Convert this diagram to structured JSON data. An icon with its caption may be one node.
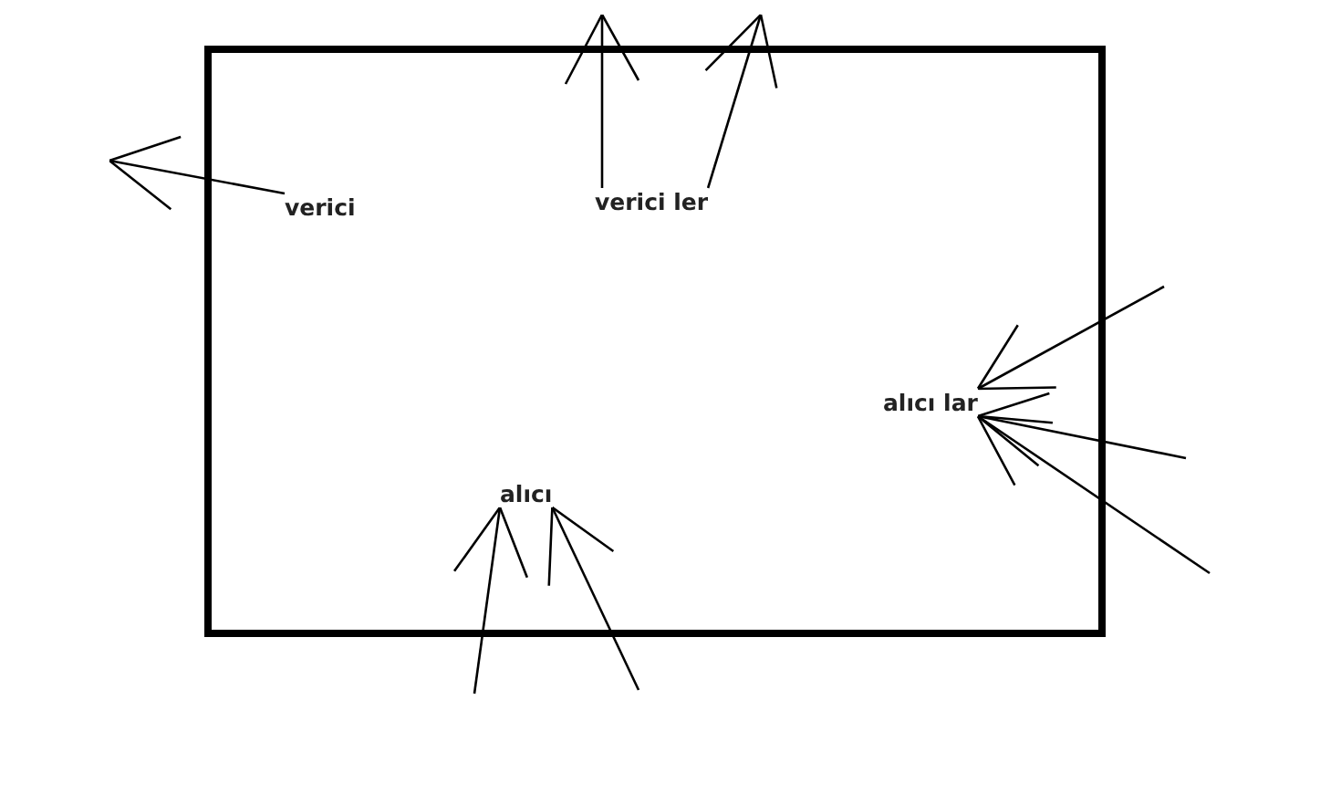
{
  "diagram": {
    "nodes": [
      {
        "text": [],
        "shape": "box"
      },
      {
        "text": [
          "verici"
        ],
        "in": 0
      },
      {
        "text": [
          "verici ler"
        ],
        "in": 0
      },
      {
        "text": [
          "alıcı lar"
        ],
        "in": 0
      },
      {
        "text": [
          "alıcı"
        ],
        "in": 0
      }
    ],
    "edges": [
      {
        "from": 1,
        "to": null,
        "arrow": "to"
      },
      {
        "from": 2,
        "to": null,
        "arrow": "to"
      },
      {
        "from": 2,
        "to": null,
        "arrow": "to"
      },
      {
        "from": null,
        "to": 3,
        "arrow": "to"
      },
      {
        "from": null,
        "to": 3,
        "arrow": "to"
      },
      {
        "from": null,
        "to": 3,
        "arrow": "to"
      },
      {
        "from": null,
        "to": 4,
        "arrow": "to"
      },
      {
        "from": null,
        "to": 4,
        "arrow": "to"
      }
    ]
  }
}
